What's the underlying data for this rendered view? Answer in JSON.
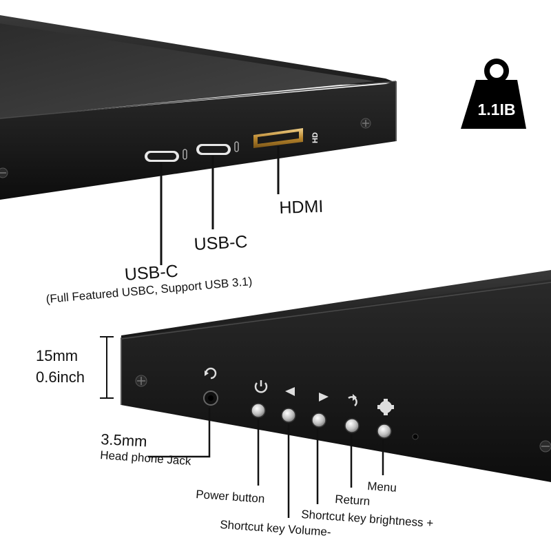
{
  "weight": {
    "label": "1.1IB"
  },
  "ports": {
    "hdmi_port_mark": "HD",
    "hdmi": "HDMI",
    "usb_c_2": "USB-C",
    "usb_c_1": "USB-C",
    "usb_c_1_note": "(Full Featured USBC, Support USB 3.1)"
  },
  "thickness": {
    "mm": "15mm",
    "inch": "0.6inch"
  },
  "controls": {
    "jack_size": "3.5mm",
    "jack_label": "Head phone Jack",
    "power": "Power button",
    "volume": "Shortcut key Volume-",
    "brightness": "Shortcut key brightness +",
    "return": "Return",
    "menu": "Menu"
  },
  "icons": [
    "weight-icon",
    "headphone-icon",
    "power-icon",
    "volume-down-arrow-icon",
    "brightness-up-arrow-icon",
    "return-icon",
    "menu-gear-icon",
    "screw-icon"
  ]
}
